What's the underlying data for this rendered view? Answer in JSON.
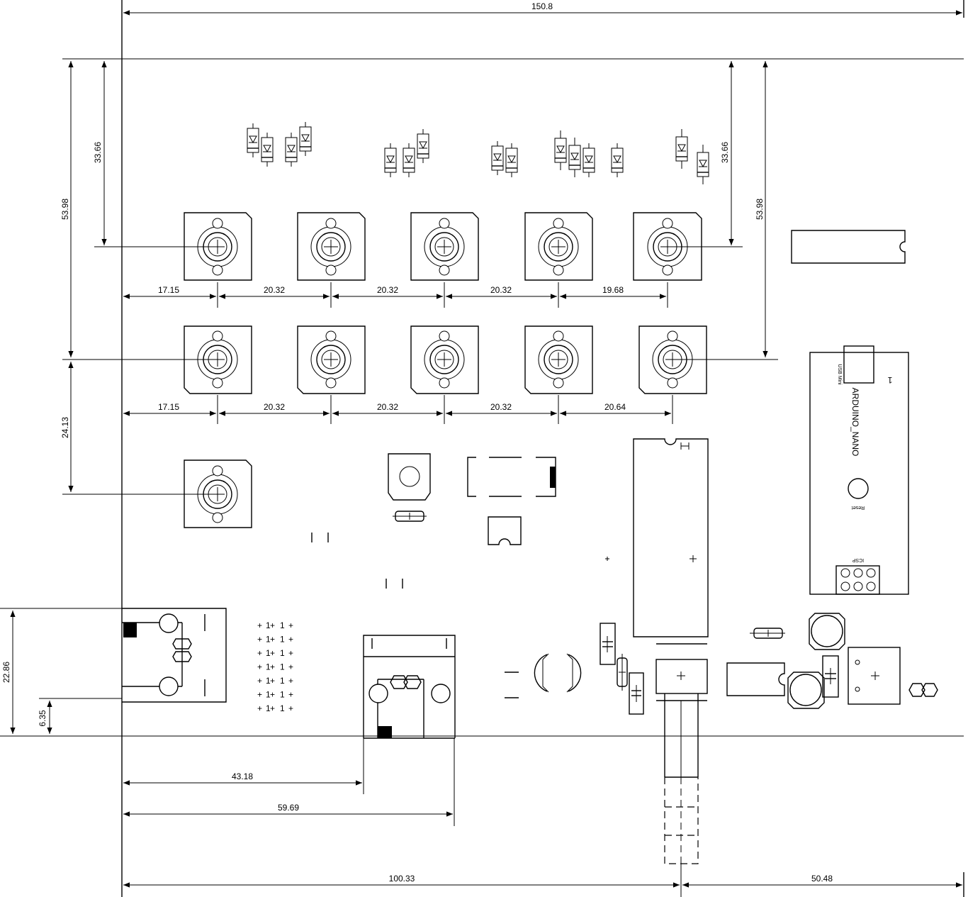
{
  "dimensions": {
    "overall_width": "150.8",
    "left_row1_height": "53.98",
    "left_row1_pitch": "33.66",
    "right_row1_pitch": "33.66",
    "right_row1_height": "53.98",
    "left_row3_spacing": "24.13",
    "row1_spacings": [
      "17.15",
      "20.32",
      "20.32",
      "20.32",
      "19.68"
    ],
    "row2_spacings": [
      "17.15",
      "20.32",
      "20.32",
      "20.32",
      "20.64"
    ],
    "left_jack_height": "22.86",
    "left_jack_offset": "6.35",
    "usb_jack_left": "43.18",
    "usb_jack_right": "59.69",
    "bottom_left": "100.33",
    "bottom_right": "50.48"
  },
  "arduino_module": {
    "label": "ARDUINO_NANO",
    "reset_label": "Reset",
    "icsp_label": "ICSP",
    "usb_label": "USB Mini",
    "pin1_label": "1"
  }
}
